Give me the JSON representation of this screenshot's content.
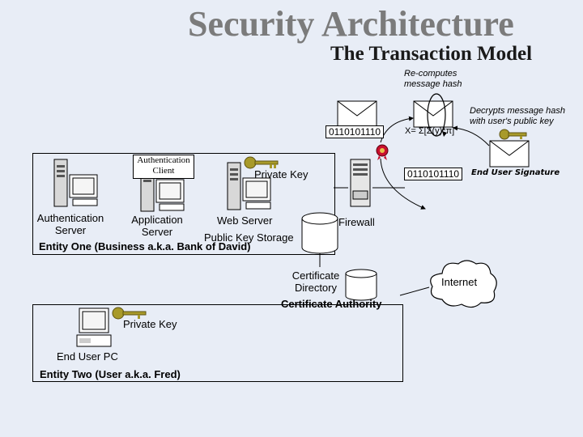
{
  "title": "Security Architecture",
  "subtitle": "The Transaction Model",
  "notes": {
    "recomputes": "Re-computes message hash",
    "decrypts": "Decrypts message hash with user's public key",
    "formula": "X= Σ[Σ(y)*π]"
  },
  "binary_left": "0110101110",
  "binary_right": "0110101110",
  "end_user_signature": "End User Signature",
  "entity_one": {
    "auth_client": "Authentication Client",
    "auth_server": "Authentication Server",
    "app_server": "Application Server",
    "web_server": "Web Server",
    "private_key": "Private Key",
    "public_key_storage": "Public Key Storage",
    "firewall": "Firewall",
    "caption": "Entity One (Business a.k.a. Bank of David)"
  },
  "certificate": {
    "directory": "Certificate Directory",
    "authority": "Certificate Authority"
  },
  "internet": "Internet",
  "entity_two": {
    "private_key": "Private Key",
    "end_user_pc": "End User PC",
    "caption": "Entity Two (User a.k.a. Fred)"
  },
  "colors": {
    "background": "#e8edf6",
    "key": "#a89a2a",
    "seal": "#c8102e"
  }
}
